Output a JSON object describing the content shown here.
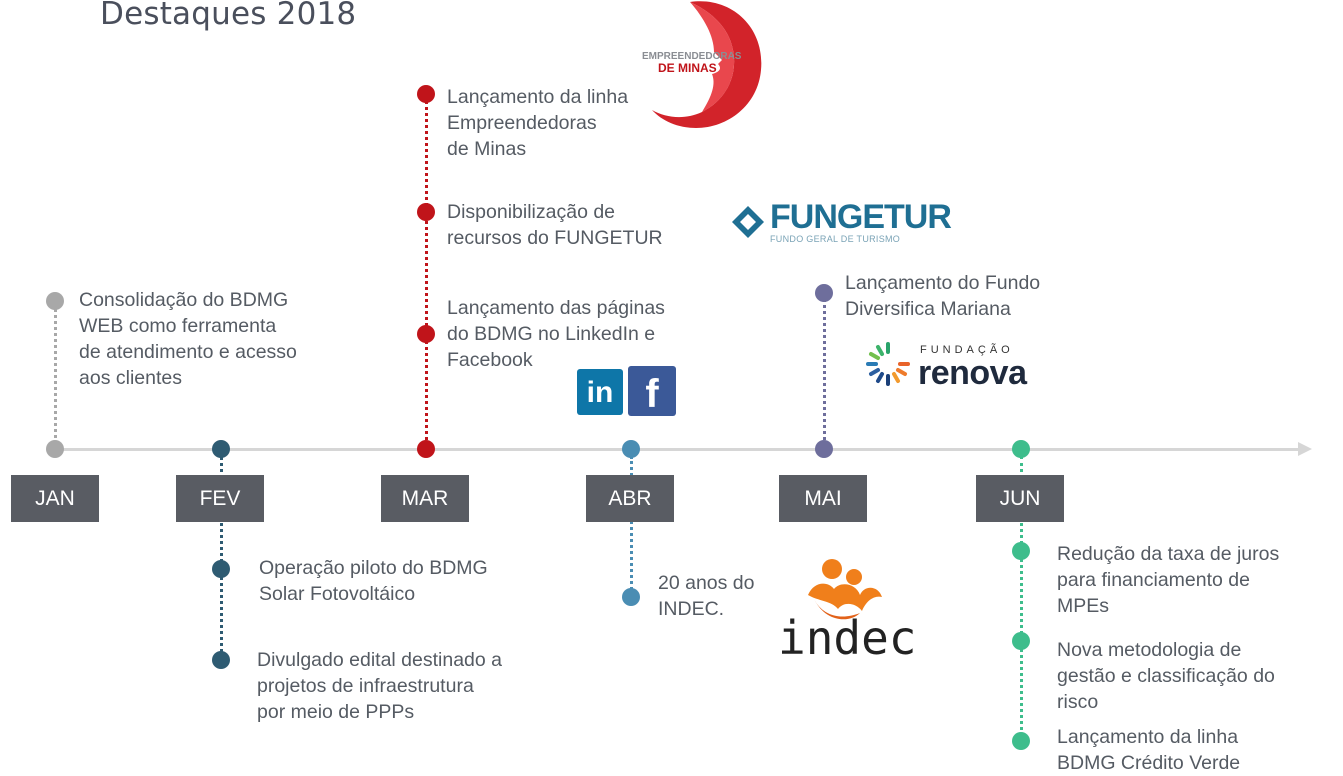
{
  "title": "Destaques 2018",
  "colors": {
    "jan": "#a8a8a8",
    "fev": "#2e5b72",
    "mar": "#c0141a",
    "abr": "#4a8db3",
    "mai": "#6e6e9c",
    "jun": "#3ebd8c",
    "axis": "#d6d6d6",
    "month_box": "#595c63"
  },
  "months": [
    "JAN",
    "FEV",
    "MAR",
    "ABR",
    "MAI",
    "JUN"
  ],
  "events": {
    "jan_1": [
      "Consolidação do BDMG",
      "WEB como ferramenta",
      "de atendimento e acesso",
      "aos clientes"
    ],
    "fev_1": [
      "Operação piloto do BDMG",
      "Solar Fotovoltáico"
    ],
    "fev_2": [
      "Divulgado edital destinado a",
      "projetos de infraestrutura",
      "por meio de PPPs"
    ],
    "mar_1": [
      "Lançamento da linha",
      "Empreendedoras",
      "de Minas"
    ],
    "mar_2": [
      "Disponibilização de",
      "recursos do FUNGETUR"
    ],
    "mar_3": [
      "Lançamento das páginas",
      "do BDMG no LinkedIn e",
      "Facebook"
    ],
    "abr_1": [
      "20 anos do",
      "INDEC."
    ],
    "mai_1": [
      "Lançamento do Fundo",
      "Diversifica Mariana"
    ],
    "jun_1": [
      "Redução da taxa de juros",
      "para financiamento de",
      "MPEs"
    ],
    "jun_2": [
      "Nova metodologia de",
      "gestão e classificação do",
      "risco"
    ],
    "jun_3": [
      "Lançamento da linha",
      "BDMG Crédito Verde"
    ]
  },
  "logos": {
    "empreendedoras": [
      "EMPREENDEDORAS",
      "DE MINAS"
    ],
    "fungetur": {
      "main": "FUNGETUR",
      "sub": "FUNDO GERAL DE TURISMO"
    },
    "linkedin": "in",
    "facebook": "f",
    "renova": {
      "small": "FUNDAÇÃO",
      "big": "renova"
    },
    "indec": "indec"
  }
}
